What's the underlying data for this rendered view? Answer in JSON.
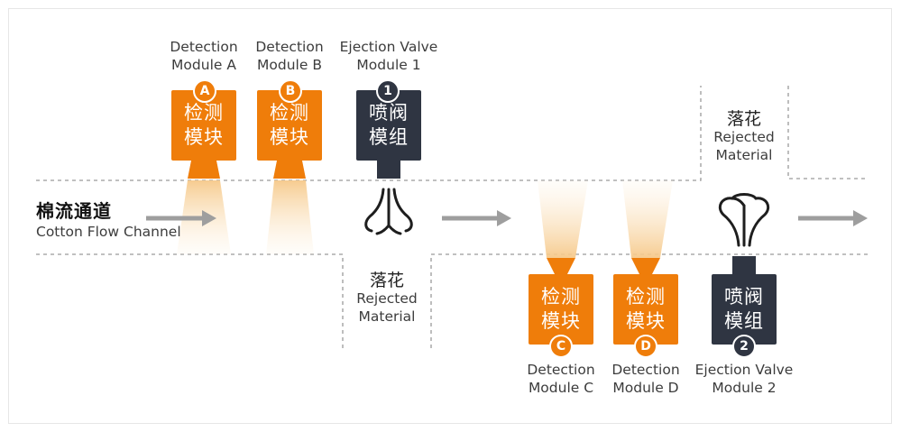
{
  "colors": {
    "orange": "#ef7d0a",
    "dark": "#2f3542",
    "arrow": "#9e9e9e",
    "dash": "#9a9a9a"
  },
  "channel": {
    "zh": "棉流通道",
    "en": "Cotton Flow Channel"
  },
  "top_modules": [
    {
      "badge": "A",
      "zh": "检测模块",
      "caption_1": "Detection",
      "caption_2": "Module A"
    },
    {
      "badge": "B",
      "zh": "检测模块",
      "caption_1": "Detection",
      "caption_2": "Module B"
    },
    {
      "badge": "1",
      "zh": "喷阀模组",
      "caption_1": "Ejection Valve",
      "caption_2": "Module 1"
    }
  ],
  "bottom_modules": [
    {
      "badge": "C",
      "zh": "检测模块",
      "caption_1": "Detection",
      "caption_2": "Module C"
    },
    {
      "badge": "D",
      "zh": "检测模块",
      "caption_1": "Detection",
      "caption_2": "Module D"
    },
    {
      "badge": "2",
      "zh": "喷阀模组",
      "caption_1": "Ejection Valve",
      "caption_2": "Module 2"
    }
  ],
  "rejected_1": {
    "zh": "落花",
    "en_1": "Rejected",
    "en_2": "Material"
  },
  "rejected_2": {
    "zh": "落花",
    "en_1": "Rejected",
    "en_2": "Material"
  }
}
